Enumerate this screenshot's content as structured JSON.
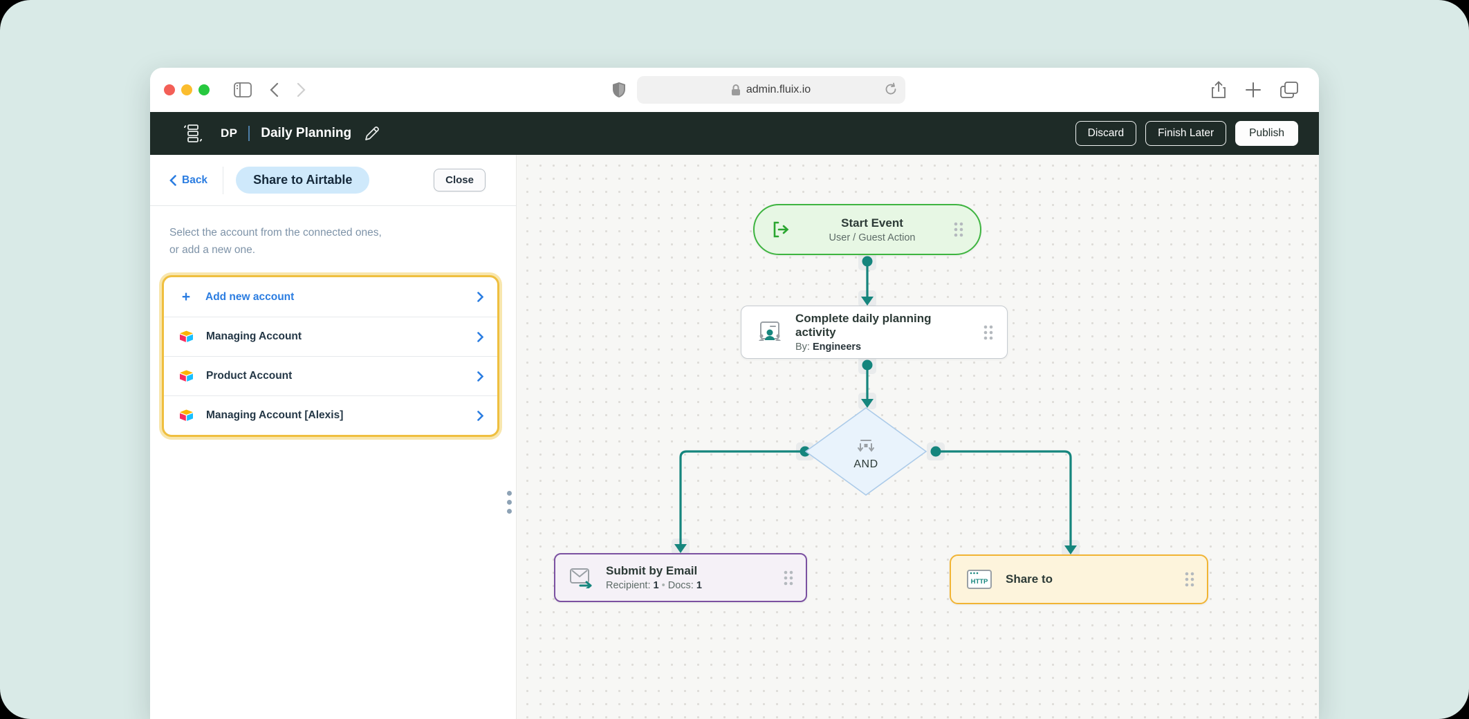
{
  "browser": {
    "url": "admin.fluix.io",
    "traffic_lights": {
      "close": "#f35f57",
      "minimize": "#fbbd2e",
      "zoom": "#27c83f"
    }
  },
  "header": {
    "workflow_initials": "DP",
    "workflow_title": "Daily Planning",
    "discard_label": "Discard",
    "finish_later_label": "Finish Later",
    "publish_label": "Publish"
  },
  "sidebar": {
    "back_label": "Back",
    "panel_title": "Share to Airtable",
    "close_label": "Close",
    "description_line1": "Select the account from the connected ones,",
    "description_line2": "or add a new one.",
    "add_plus_glyph": "+",
    "accounts": [
      {
        "label": "Add new account"
      },
      {
        "label": "Managing Account"
      },
      {
        "label": "Product Account"
      },
      {
        "label": "Managing Account [Alexis]"
      }
    ]
  },
  "canvas": {
    "nodes": {
      "start": {
        "title": "Start Event",
        "subtitle": "User / Guest Action"
      },
      "activity": {
        "title": "Complete daily planning activity",
        "by_label": "By:",
        "by_value": "Engineers"
      },
      "gateway": {
        "label": "AND"
      },
      "email": {
        "title": "Submit by Email",
        "recipient_label": "Recipient:",
        "recipient_value": "1",
        "separator": "•",
        "docs_label": "Docs:",
        "docs_value": "1"
      },
      "share": {
        "title": "Share to",
        "icon_label": "HTTP"
      }
    }
  },
  "colors": {
    "accent_teal": "#15857d",
    "header_bg": "#1e2b27",
    "accent_blue": "#2b7de1",
    "selection_yellow": "#efbf3f",
    "start_green": "#3eb440",
    "email_purple": "#7b51a1",
    "gateway_blue": "#accbe9",
    "stage_mint": "#d9eae7"
  }
}
